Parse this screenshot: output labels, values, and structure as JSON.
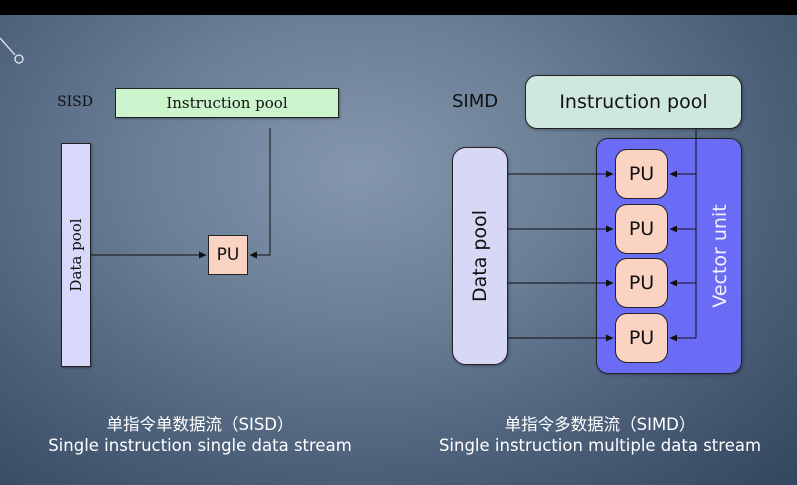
{
  "sisd": {
    "label": "SISD",
    "instruction_pool": "Instruction pool",
    "data_pool": "Data pool",
    "pu": "PU",
    "caption_zh": "单指令单数据流（SISD）",
    "caption_en": "Single instruction single data stream"
  },
  "simd": {
    "label": "SIMD",
    "instruction_pool": "Instruction pool",
    "data_pool": "Data pool",
    "vector_unit": "Vector unit",
    "pus": [
      "PU",
      "PU",
      "PU",
      "PU"
    ],
    "caption_zh": "单指令多数据流（SIMD）",
    "caption_en": "Single instruction multiple data stream"
  },
  "colors": {
    "sisd_instruction_pool": "#cdf5cd",
    "sisd_data_pool": "#d8d8fa",
    "pu": "#fbd3c3",
    "simd_instruction_pool": "#cfe8de",
    "simd_data_pool": "#d8d8f6",
    "vector_unit": "#6b6cf6"
  }
}
